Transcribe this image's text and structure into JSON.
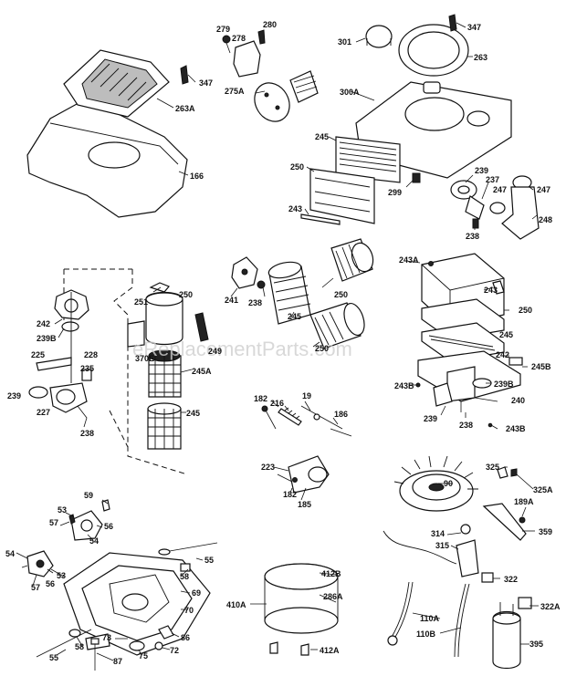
{
  "watermark": "eReplacementParts.com",
  "labels": {
    "l347a": "347",
    "l263a": "263A",
    "l166": "166",
    "l279": "279",
    "l278": "278",
    "l280": "280",
    "l275a": "275A",
    "l301": "301",
    "l347b": "347",
    "l263": "263",
    "l300a": "300A",
    "l245a_top": "245",
    "l250a": "250",
    "l299": "299",
    "l243a": "243",
    "l239a": "239",
    "l237": "237",
    "l247a": "247",
    "l247b": "247",
    "l248": "248",
    "l238a": "238",
    "l251": "251",
    "l250b": "250",
    "l242a": "242",
    "l239b": "239B",
    "l225": "225",
    "l228": "228",
    "l235": "235",
    "l239c": "239",
    "l227": "227",
    "l238b": "238",
    "l370e": "370E",
    "l249": "249",
    "l245a": "245A",
    "l245b_mid": "245",
    "l241": "241",
    "l238c": "238",
    "l245c": "245",
    "l250c": "250",
    "l250d": "250",
    "l243a_r": "243A",
    "l243r": "243",
    "l250r": "250",
    "l245r": "245",
    "l242r": "242",
    "l245br": "245B",
    "l243b_a": "243B",
    "l239br": "239B",
    "l240": "240",
    "l239r": "239",
    "l238r": "238",
    "l243b_b": "243B",
    "l182a": "182",
    "l216": "216",
    "l19": "19",
    "l186": "186",
    "l223": "223",
    "l182b": "182",
    "l185": "185",
    "l325": "325",
    "l325a": "325A",
    "l90": "90",
    "l189a": "189A",
    "l359": "359",
    "l314": "314",
    "l315": "315",
    "l322": "322",
    "l322a": "322A",
    "l110a": "110A",
    "l110b": "110B",
    "l395": "395",
    "l59": "59",
    "l53a": "53",
    "l57a": "57",
    "l56a": "56",
    "l54a": "54",
    "l54b": "54",
    "l57b": "57",
    "l56b": "56",
    "l53b": "53",
    "l55a": "55",
    "l58a": "58",
    "l69": "69",
    "l70": "70",
    "l73": "73",
    "l86": "86",
    "l58b": "58",
    "l75": "75",
    "l72": "72",
    "l55b": "55",
    "l87": "87",
    "l412b": "412B",
    "l286a": "286A",
    "l410a": "410A",
    "l412a": "412A"
  }
}
